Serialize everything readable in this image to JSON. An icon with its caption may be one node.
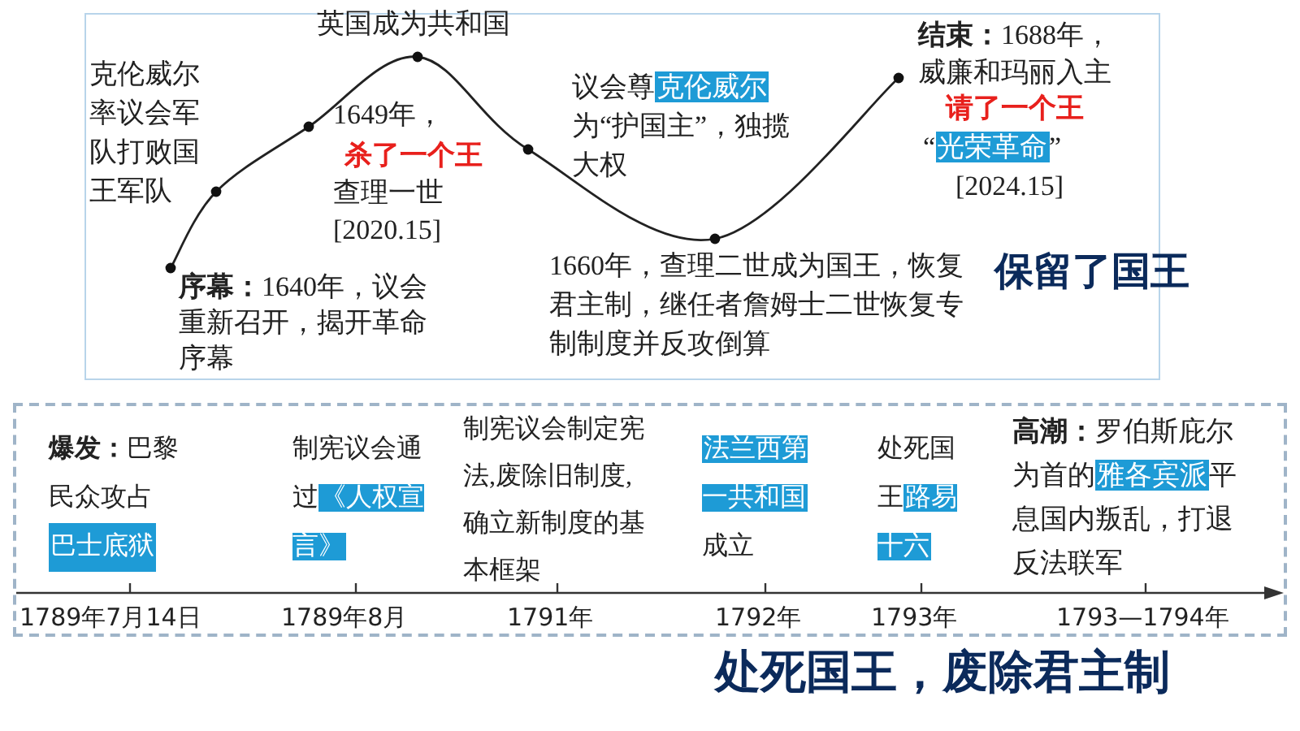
{
  "diagram": {
    "labels": [
      "英国成为共和国",
      "克伦威尔率议会军队打败国王军队",
      "1649年，",
      "杀了一个王",
      "查理一世",
      "[2020.15]",
      "议会尊",
      "克伦威尔",
      "为“护国主”，独揽大权",
      "**结束：**1688年，威廉和玛丽入主",
      "请了一个王",
      "“",
      "光荣革命",
      "”",
      "[2024.15]",
      "**序幕：**1640年，议会重新召开，揭开革命序幕",
      "1660年，查理二世成为国王，恢复君主制，继任者詹姆士二世恢复专制制度并反攻倒算",
      "保留了国王",
      "**爆发：**巴黎民众攻占",
      "巴士底狱",
      "制宪议会通过",
      "《人权宣言》",
      "制宪议会制定宪法,废除旧制度,确立新制度的基本框架",
      "法兰西第一共和国",
      "成立",
      "处死国王",
      "路易十六",
      "**高潮：**罗伯斯庇尔为首的",
      "雅各宾派",
      "平息国内叛乱，打退反法联军",
      "1789年7月14日",
      "1789年8月",
      "1791年",
      "1792年",
      "1793年",
      "1793—1794年",
      "处死国王，废除君主制"
    ]
  }
}
